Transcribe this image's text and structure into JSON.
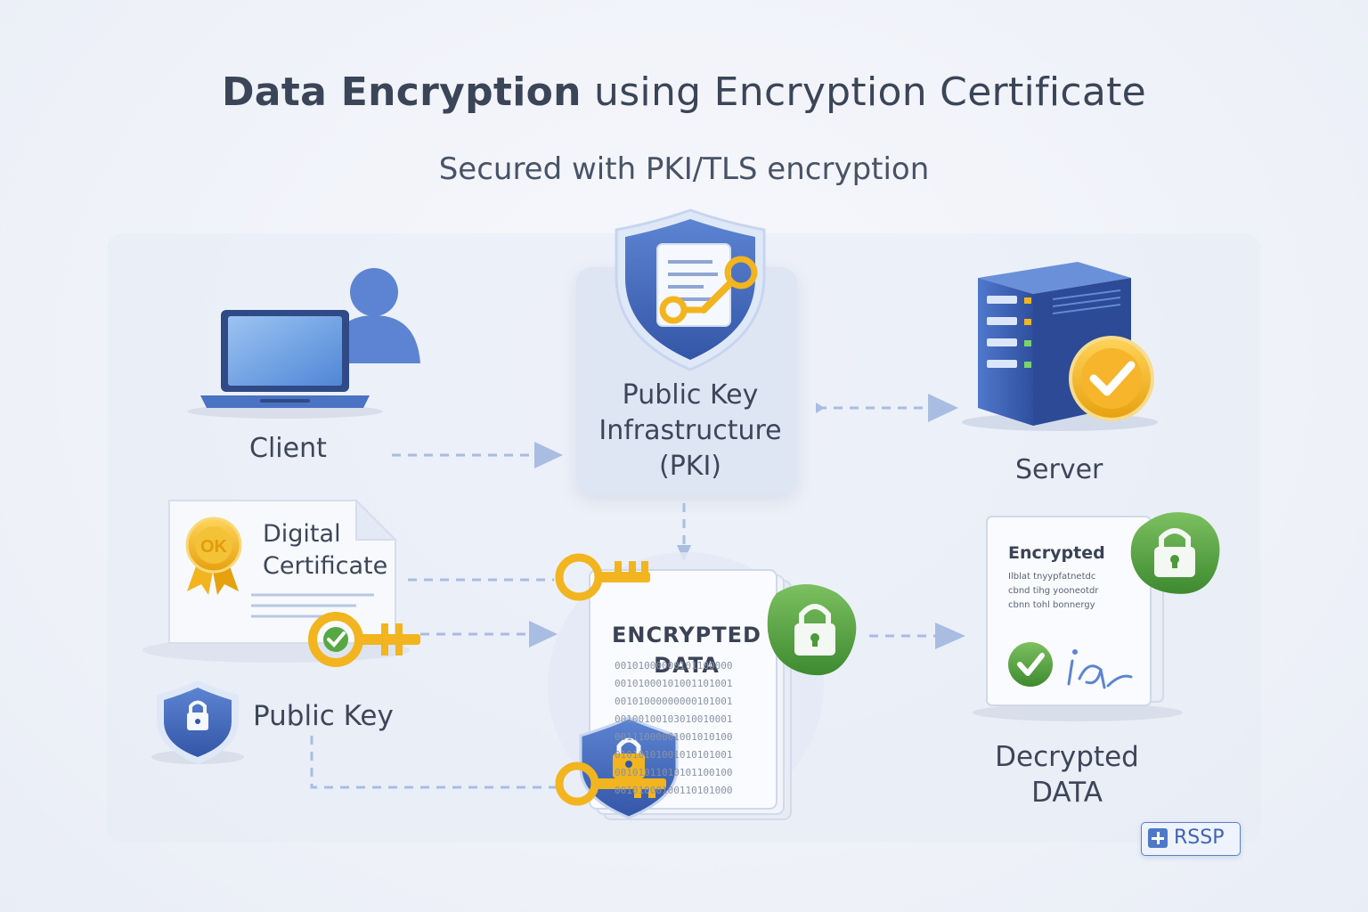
{
  "header": {
    "title_bold": "Data Encryption",
    "title_rest": " using Encryption Certificate",
    "subtitle": "Secured with PKI/TLS encryption"
  },
  "nodes": {
    "client": "Client",
    "pki": "Public Key Infrastructure (PKI)",
    "server": "Server",
    "digital_certificate": "Digital Certificate",
    "public_key": "Public Key",
    "encrypted_data": "ENCRYPTED DATA",
    "decrypted_data": "Decrypted DATA"
  },
  "badges": {
    "seal_text": "OK",
    "doc_heading": "Encrypted",
    "doc_lines": [
      "Ilblat tnyypfatnetdc",
      "cbnd tihg yooneotdr",
      "cbnn tohl bonnergy"
    ]
  },
  "encrypted_bits": [
    "00101000000101100000",
    "00101000101001101001",
    "00101000000000101001",
    "00100100103010010001",
    "00111000001001010100",
    "01010101001010101001",
    "00101011010101100100",
    "00101000100110101000"
  ],
  "footer": {
    "badge": "RSSP"
  },
  "colors": {
    "accent_blue": "#3f63b4",
    "key_gold": "#f2b51f",
    "lock_green": "#4c9a3a",
    "arrow": "#9fb4dc"
  },
  "icons": [
    "laptop-icon",
    "user-icon",
    "shield-certificate-icon",
    "server-icon",
    "check-badge-icon",
    "certificate-icon",
    "key-icon",
    "shield-lock-icon",
    "lock-icon",
    "document-icon",
    "checkmark-icon",
    "signature-icon",
    "plus-icon"
  ]
}
